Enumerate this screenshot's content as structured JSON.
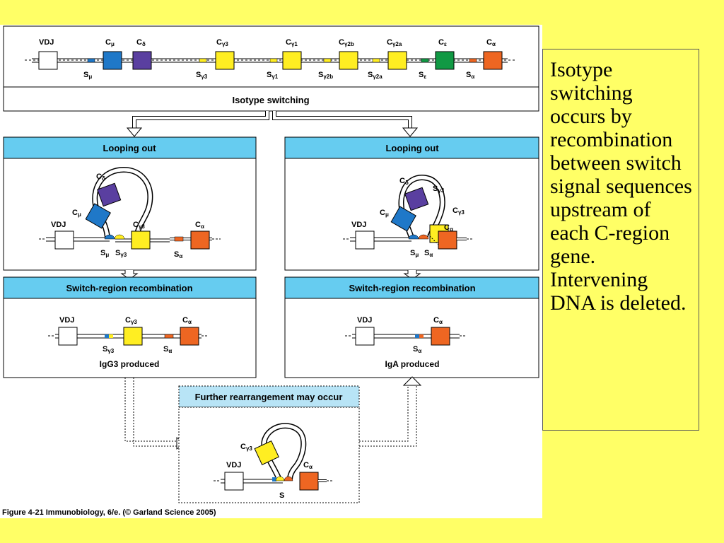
{
  "top_locus": {
    "genes": [
      {
        "label": "VDJ"
      },
      {
        "label": "C",
        "sub": "μ"
      },
      {
        "label": "C",
        "sub": "δ"
      },
      {
        "label": "C",
        "sub": "γ3"
      },
      {
        "label": "C",
        "sub": "γ1"
      },
      {
        "label": "C",
        "sub": "γ2b"
      },
      {
        "label": "C",
        "sub": "γ2a"
      },
      {
        "label": "C",
        "sub": "ε"
      },
      {
        "label": "C",
        "sub": "α"
      }
    ],
    "switch_regions": [
      {
        "label": "S",
        "sub": "μ"
      },
      {
        "label": "S",
        "sub": "γ3"
      },
      {
        "label": "S",
        "sub": "γ1"
      },
      {
        "label": "S",
        "sub": "γ2b"
      },
      {
        "label": "S",
        "sub": "γ2a"
      },
      {
        "label": "S",
        "sub": "ε"
      },
      {
        "label": "S",
        "sub": "α"
      }
    ]
  },
  "isotype_switching_title": "Isotype switching",
  "left_panel": {
    "looping_title": "Looping out",
    "recombination_title": "Switch-region recombination",
    "produced": "IgG3 produced",
    "loop_labels": {
      "vdj": "VDJ",
      "c_mu": "C",
      "c_mu_sub": "μ",
      "c_delta": "C",
      "c_delta_sub": "δ",
      "c_g3": "C",
      "c_g3_sub": "γ3",
      "c_a": "C",
      "c_a_sub": "α",
      "s_mu": "S",
      "s_mu_sub": "μ",
      "s_g3": "S",
      "s_g3_sub": "γ3",
      "s_a": "S",
      "s_a_sub": "α"
    },
    "result_labels": {
      "vdj": "VDJ",
      "c_g3": "C",
      "c_g3_sub": "γ3",
      "c_a": "C",
      "c_a_sub": "α",
      "s_g3": "S",
      "s_g3_sub": "γ3",
      "s_a": "S",
      "s_a_sub": "α"
    }
  },
  "right_panel": {
    "looping_title": "Looping out",
    "recombination_title": "Switch-region recombination",
    "produced": "IgA produced",
    "loop_labels": {
      "vdj": "VDJ",
      "c_mu": "C",
      "c_mu_sub": "μ",
      "c_delta": "C",
      "c_delta_sub": "δ",
      "c_g3": "C",
      "c_g3_sub": "γ3",
      "c_a": "C",
      "c_a_sub": "α",
      "s_g3": "S",
      "s_g3_sub": "γ3",
      "s_mu": "S",
      "s_mu_sub": "μ",
      "s_a": "S",
      "s_a_sub": "α"
    },
    "result_labels": {
      "vdj": "VDJ",
      "c_a": "C",
      "c_a_sub": "α",
      "s_a": "S",
      "s_a_sub": "α"
    }
  },
  "bottom_panel": {
    "title": "Further rearrangement may occur",
    "labels": {
      "vdj": "VDJ",
      "c_g3": "C",
      "c_g3_sub": "γ3",
      "c_a": "C",
      "c_a_sub": "α",
      "s": "S"
    }
  },
  "caption": "Figure 4-21  Immunobiology, 6/e. (© Garland Science 2005)",
  "side_text": "Isotype switching occurs by recombination between switch signal sequences upstream of each C-region gene. Intervening DNA is deleted.",
  "colors": {
    "background": "#ffff66",
    "panel_header": "#66ccf0",
    "c_mu": "#1f78c8",
    "c_delta": "#5a3fa0",
    "c_gamma": "#ffee22",
    "c_epsilon": "#119944",
    "c_alpha": "#ee6622",
    "vdj": "#ffffff"
  }
}
